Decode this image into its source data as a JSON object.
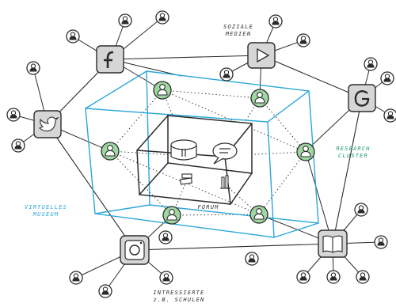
{
  "labels": {
    "soziale_medien": [
      "SOZIALE",
      "MEDIEN"
    ],
    "research_cluster": [
      "RESEARCH",
      "CLUSTER"
    ],
    "virtuelles_museum": [
      "VIRTUELLES",
      "MUSEUM"
    ],
    "forum": "FORUM",
    "interessierte": [
      "INTRESSIERTE",
      "z.B. SCHULEN"
    ]
  },
  "colors": {
    "ink": "#2b2b2b",
    "cube_outer": "#2aa7d8",
    "member_fill": "#9fd7a3",
    "member_stroke": "#3d7a45",
    "platform_fill": "#d6d6d6",
    "teal_text": "#1f9a74"
  },
  "icons": {
    "platforms": [
      "facebook-icon",
      "youtube-play-icon",
      "google-icon",
      "twitter-bird-icon",
      "instagram-icon",
      "book-icon"
    ],
    "forum": [
      "speech-bubble-icon",
      "server-drum-icon",
      "books-icon",
      "microphone-icon"
    ]
  }
}
